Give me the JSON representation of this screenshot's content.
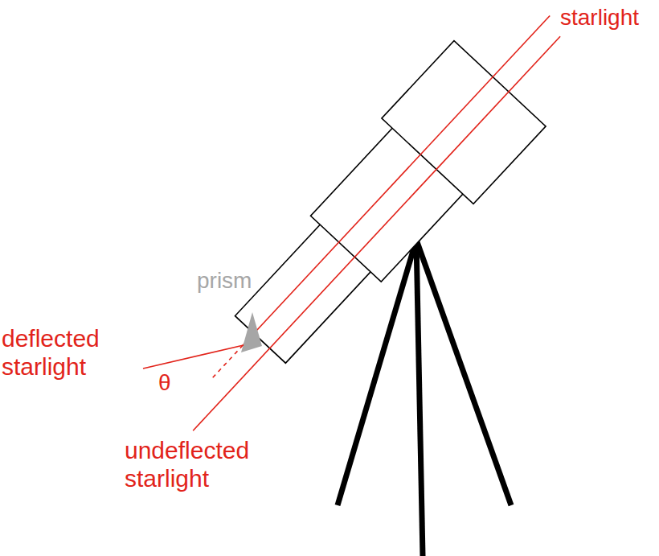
{
  "diagram": {
    "labels": [
      "starlight",
      "prism",
      "deflected starlight",
      "θ",
      "undeflected starlight"
    ]
  }
}
